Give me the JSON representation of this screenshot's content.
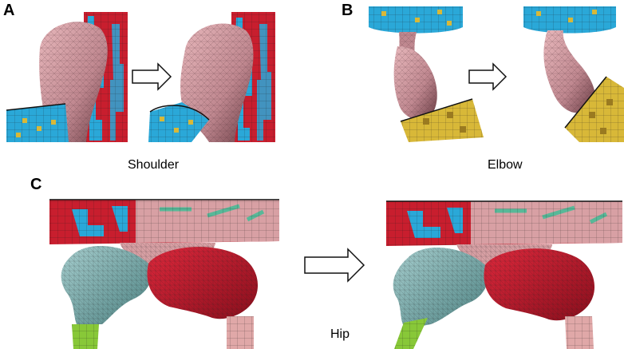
{
  "panels": {
    "a": {
      "letter": "A",
      "caption": "Shoulder"
    },
    "b": {
      "letter": "B",
      "caption": "Elbow"
    },
    "c": {
      "letter": "C",
      "caption": "Hip"
    }
  },
  "colors": {
    "muscle_pink": "#d8a0a4",
    "muscle_pink_dark": "#b07078",
    "mesh_blue": "#2aa8d8",
    "mesh_red": "#c81e2e",
    "mesh_yellow": "#d8b838",
    "femur_teal": "#7fb0b0",
    "femur_red": "#c8182c",
    "bone_green": "#88c838",
    "bone_pink": "#e0a8a8",
    "pelvis_teal": "#58b898"
  },
  "icons": {
    "arrow": "right-arrow-icon"
  }
}
